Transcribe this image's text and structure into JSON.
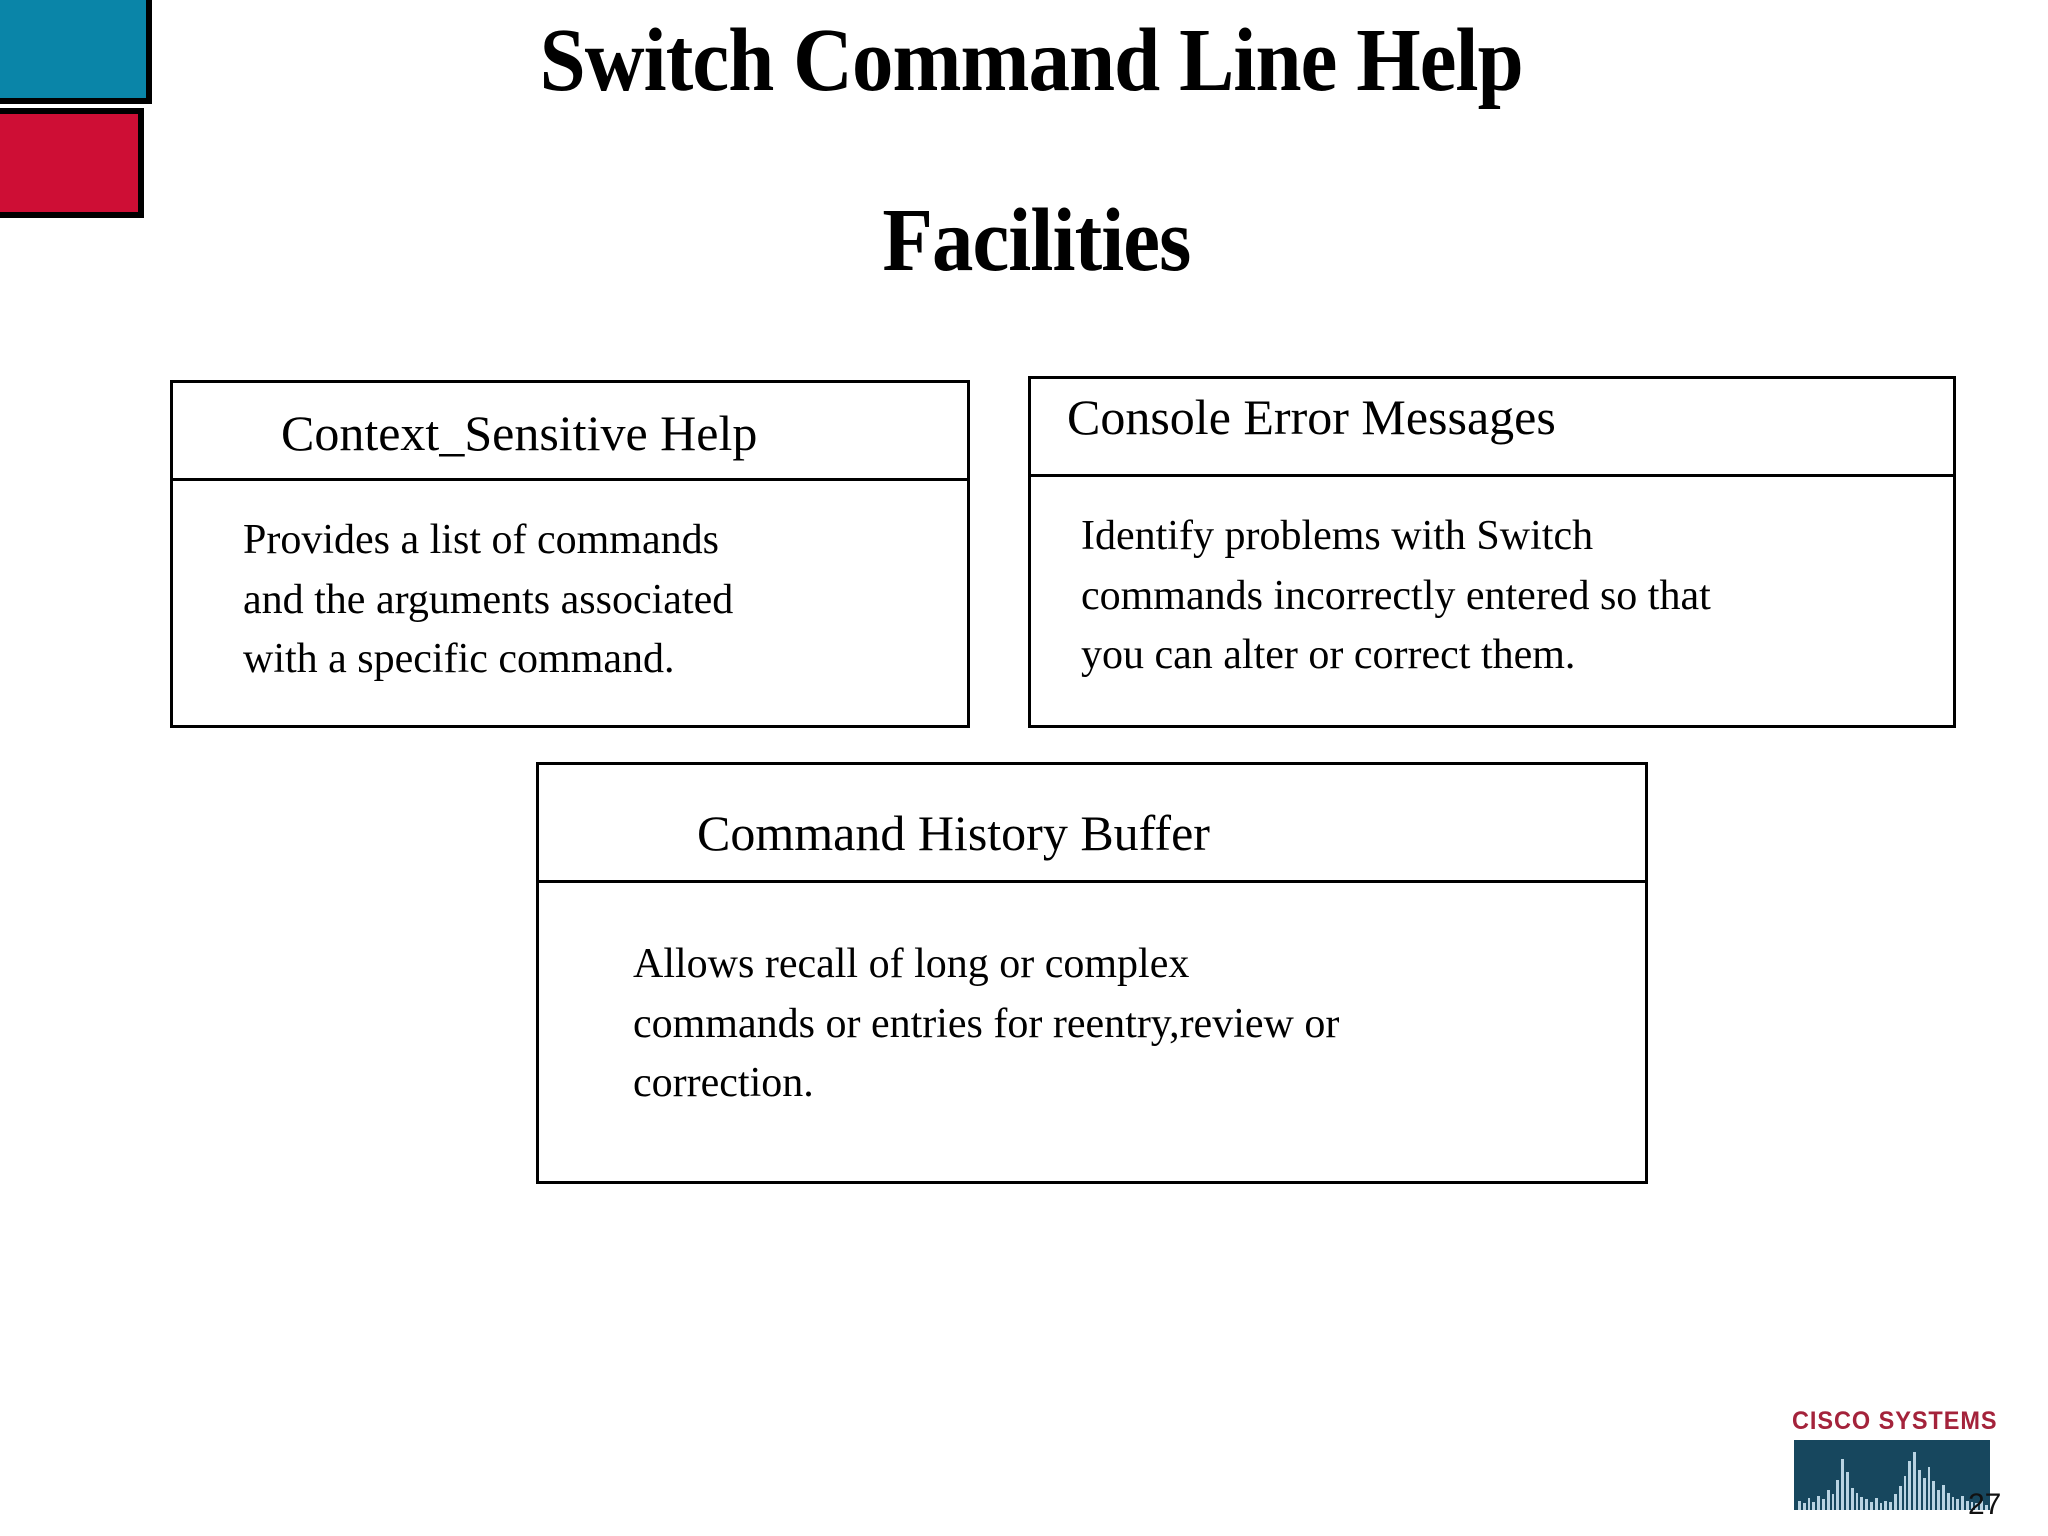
{
  "slide": {
    "title_line1": "Switch Command Line Help",
    "title_line2": "Facilities",
    "slide_number": "27",
    "background_color": "#ffffff",
    "text_color": "#000000"
  },
  "corner_logo": {
    "top_block_color": "#0a85a8",
    "bottom_block_color": "#ce0e35",
    "border_color": "#000000"
  },
  "boxes": [
    {
      "id": "context-sensitive-help",
      "header": "Context_Sensitive  Help",
      "body_lines": [
        "Provides a list of commands",
        "and the  arguments associated",
        "with a specific command."
      ]
    },
    {
      "id": "console-error-messages",
      "header": "Console Error Messages",
      "body_lines": [
        "Identify  problems with Switch",
        "commands incorrectly entered so that",
        "you can alter or correct them."
      ]
    },
    {
      "id": "command-history-buffer",
      "header": "Command  History  Buffer",
      "body_lines": [
        "Allows recall of long or complex",
        "commands or entries for reentry,review or",
        "correction."
      ]
    }
  ],
  "cisco_logo": {
    "wordmark": "CISCO SYSTEMS",
    "wordmark_color": "#a4233b",
    "bridge_color": "#17475e",
    "bar_color": "#b9d3e2",
    "bar_heights": [
      14,
      10,
      18,
      12,
      22,
      16,
      30,
      24,
      46,
      78,
      58,
      34,
      26,
      20,
      16,
      12,
      18,
      10,
      14,
      12,
      24,
      36,
      52,
      74,
      88,
      60,
      48,
      66,
      44,
      30,
      38,
      26,
      20,
      16,
      22,
      14,
      12,
      10,
      14,
      8
    ]
  }
}
